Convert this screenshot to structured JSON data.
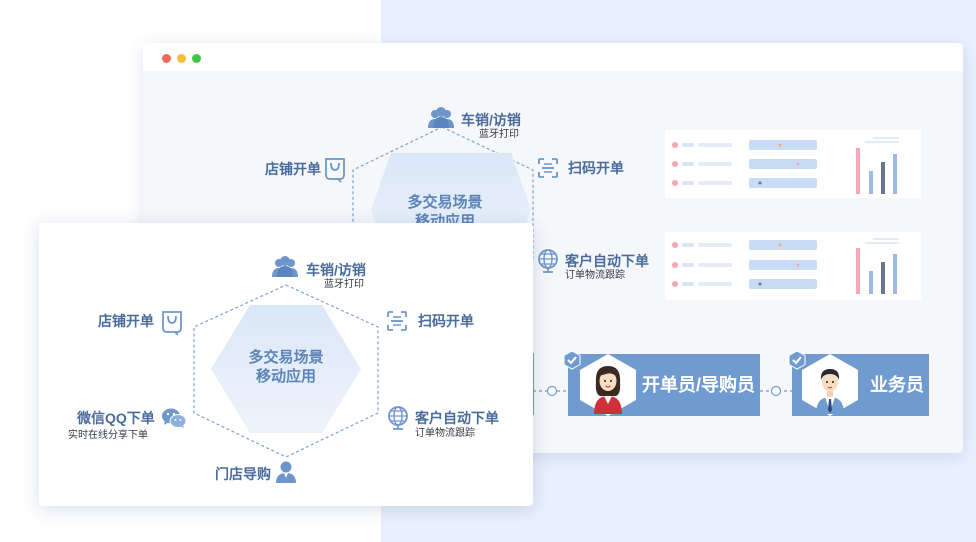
{
  "back_diagram": {
    "center_line1": "多交易场景",
    "center_line2": "移动应用",
    "top_label": "车销/访销",
    "top_sub": "蓝牙打印",
    "left_label": "店铺开单",
    "right_label": "扫码开单",
    "right_bottom_label": "客户自动下单",
    "right_bottom_sub": "订单物流跟踪"
  },
  "front_diagram": {
    "center_line1": "多交易场景",
    "center_line2": "移动应用",
    "top_label": "车销/访销",
    "top_sub": "蓝牙打印",
    "left_top_label": "店铺开单",
    "right_top_label": "扫码开单",
    "left_bottom_label": "微信QQ下单",
    "left_bottom_sub": "实时在线分享下单",
    "right_bottom_label": "客户自动下单",
    "right_bottom_sub": "订单物流跟踪",
    "bottom_label": "门店导购"
  },
  "roles": [
    {
      "label": "开单员/导购员"
    },
    {
      "label": "业务员"
    }
  ],
  "colors": {
    "accent": "#6f9bd1",
    "label_blue": "#4a6c9c",
    "icon_blue": "#6e96cc",
    "light_bg": "#e9f0fd",
    "bar_pink": "#f4a7b4",
    "bar_blue": "#9cbbe8",
    "bar_dark": "#6d7591"
  },
  "icons": [
    "team-icon",
    "bag-icon",
    "scan-icon",
    "globe-icon",
    "wechat-icon",
    "person-icon",
    "check-icon"
  ]
}
